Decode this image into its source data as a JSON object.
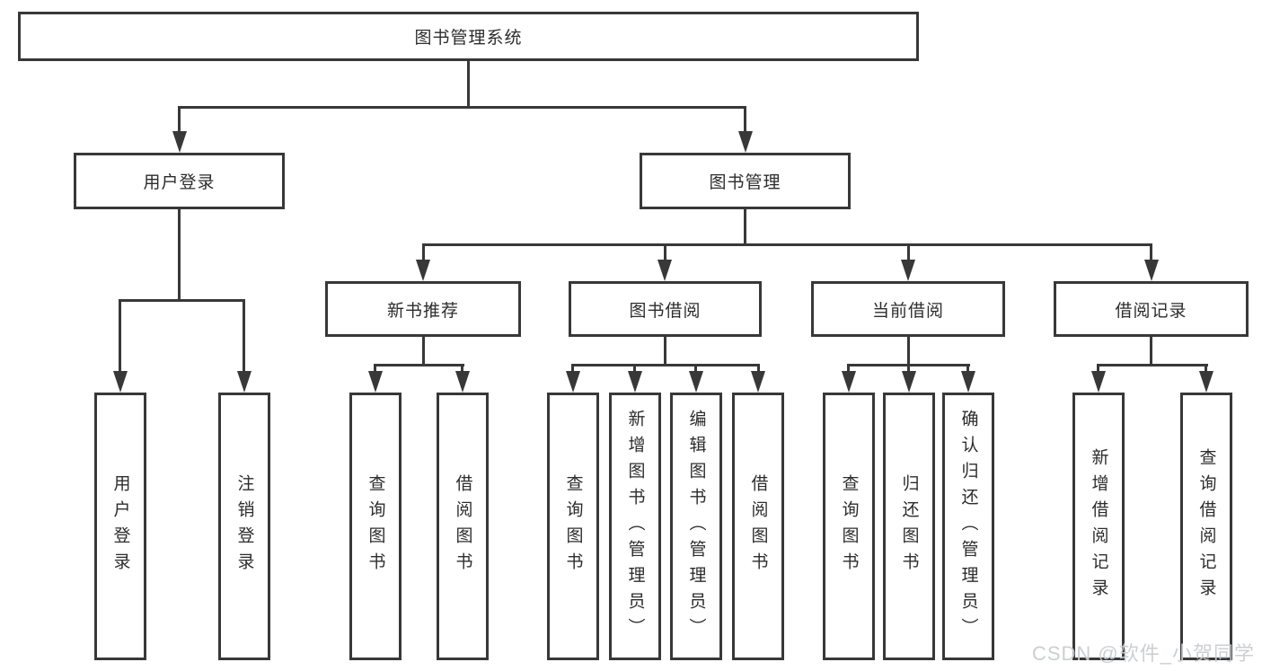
{
  "diagram": {
    "title": "图书管理系统",
    "root": {
      "label": "图书管理系统",
      "children": [
        {
          "label": "用户登录",
          "children": [
            {
              "label": "用户登录"
            },
            {
              "label": "注销登录"
            }
          ]
        },
        {
          "label": "图书管理",
          "children": [
            {
              "label": "新书推荐",
              "children": [
                {
                  "label": "查询图书"
                },
                {
                  "label": "借阅图书"
                }
              ]
            },
            {
              "label": "图书借阅",
              "children": [
                {
                  "label": "查询图书"
                },
                {
                  "label": "新增图书（管理员）"
                },
                {
                  "label": "编辑图书（管理员）"
                },
                {
                  "label": "借阅图书"
                }
              ]
            },
            {
              "label": "当前借阅",
              "children": [
                {
                  "label": "查询图书"
                },
                {
                  "label": "归还图书"
                },
                {
                  "label": "确认归还（管理员）"
                }
              ]
            },
            {
              "label": "借阅记录",
              "children": [
                {
                  "label": "新增借阅记录"
                },
                {
                  "label": "查询借阅记录"
                }
              ]
            }
          ]
        }
      ]
    },
    "style": {
      "line_color": "#383838",
      "text_color": "#2c2c2c",
      "background_color": "#ffffff",
      "watermark_color": "#c9ccd0"
    }
  },
  "watermark": {
    "text": "CSDN @软件_小贺同学"
  }
}
